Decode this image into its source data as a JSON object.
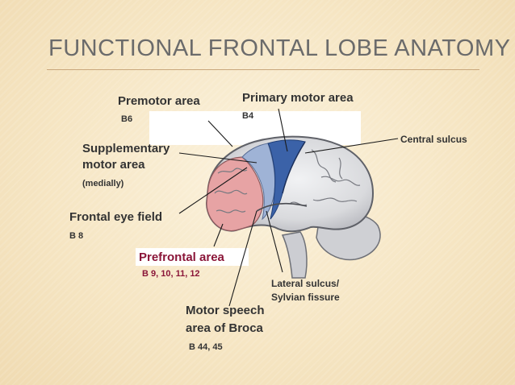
{
  "title": "FUNCTIONAL FRONTAL LOBE ANATOMY",
  "colors": {
    "title": "#6b6b6b",
    "text": "#333333",
    "prefrontal": "#8a1538",
    "motor": "#3b62a8",
    "premotor": "#9fb3d6",
    "frontal_pink": "#e7a3a4",
    "brain": "#d7d8dc"
  },
  "labels": {
    "premotor": {
      "name": "Premotor area",
      "code": "B6"
    },
    "primary_motor": {
      "name": "Primary motor area",
      "code": "B4"
    },
    "central_sulcus": {
      "name": "Central sulcus"
    },
    "supplementary": {
      "line1": "Supplementary",
      "line2": "motor area",
      "note": "(medially)"
    },
    "frontal_eye": {
      "name": "Frontal eye field",
      "code": "B 8"
    },
    "prefrontal": {
      "name": "Prefrontal area",
      "code": "B 9, 10, 11, 12"
    },
    "lateral_sulcus": {
      "line1": "Lateral sulcus/",
      "line2": "Sylvian fissure"
    },
    "broca": {
      "line1": "Motor speech",
      "line2": "area of Broca",
      "code": "B 44, 45"
    }
  }
}
